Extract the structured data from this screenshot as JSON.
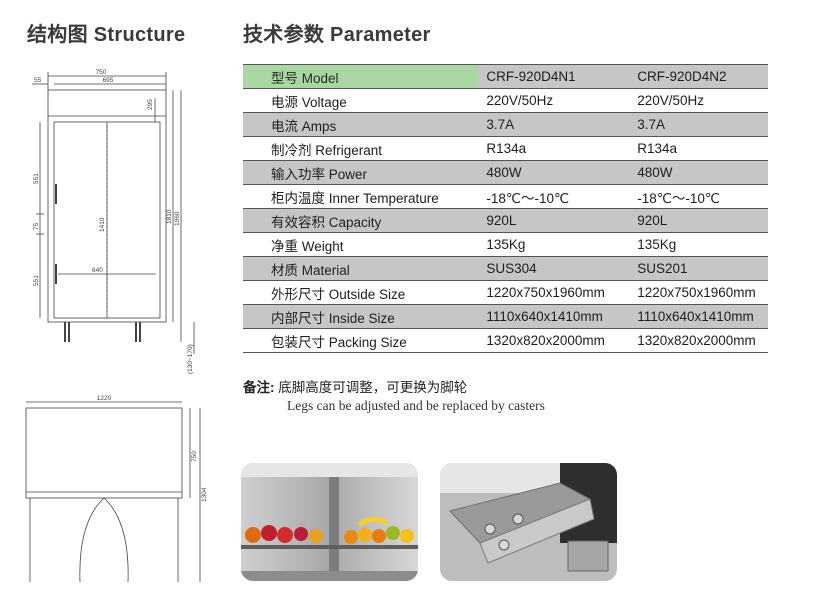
{
  "headings": {
    "structure": "结构图 Structure",
    "parameter": "技术参数 Parameter"
  },
  "front_dims": {
    "overall_width": "750",
    "door_width": "695",
    "left_offset": "55",
    "top_height": "295",
    "upper_height": "551",
    "mid_height": "75",
    "inner_height": "1410",
    "lower_height": "551",
    "inner_width": "640",
    "body_height": "1810",
    "total_height": "1960",
    "leg_height": "(130~170)"
  },
  "top_dims": {
    "width": "1220",
    "depth": "750",
    "open_depth": "1304"
  },
  "table": {
    "rows": [
      {
        "label": "型号 Model",
        "v1": "CRF-920D4N1",
        "v2": "CRF-920D4N2",
        "style": "header"
      },
      {
        "label": "电源 Voltage",
        "v1": "220V/50Hz",
        "v2": "220V/50Hz",
        "style": "plain"
      },
      {
        "label": "电流 Amps",
        "v1": "3.7A",
        "v2": "3.7A",
        "style": "shaded"
      },
      {
        "label": "制冷剂 Refrigerant",
        "v1": "R134a",
        "v2": "R134a",
        "style": "plain"
      },
      {
        "label": "输入功率 Power",
        "v1": "480W",
        "v2": "480W",
        "style": "shaded"
      },
      {
        "label": "柜内温度 Inner Temperature",
        "v1": "-18℃～-10℃",
        "v2": "-18℃～-10℃",
        "style": "plain"
      },
      {
        "label": "有效容积 Capacity",
        "v1": "920L",
        "v2": "920L",
        "style": "shaded"
      },
      {
        "label": "净重 Weight",
        "v1": "135Kg",
        "v2": "135Kg",
        "style": "plain"
      },
      {
        "label": "材质 Material",
        "v1": "SUS304",
        "v2": "SUS201",
        "style": "shaded"
      },
      {
        "label": "外形尺寸 Outside Size",
        "v1": "1220x750x1960mm",
        "v2": "1220x750x1960mm",
        "style": "plain"
      },
      {
        "label": "内部尺寸 Inside Size",
        "v1": "1110x640x1410mm",
        "v2": "1110x640x1410mm",
        "style": "shaded"
      },
      {
        "label": "包装尺寸 Packing Size",
        "v1": "1320x820x2000mm",
        "v2": "1320x820x2000mm",
        "style": "plain"
      }
    ]
  },
  "note": {
    "label": "备注:",
    "cn": " 底脚高度可调整，可更换为脚轮",
    "en": "Legs can be adjusted and be replaced by casters"
  },
  "colors": {
    "header_green": "#a9d6a3",
    "shaded_gray": "#c6c6c6",
    "steel": "#b9b9b9"
  },
  "photos": [
    "shelves-with-fruit-photo",
    "caster-bracket-photo"
  ]
}
